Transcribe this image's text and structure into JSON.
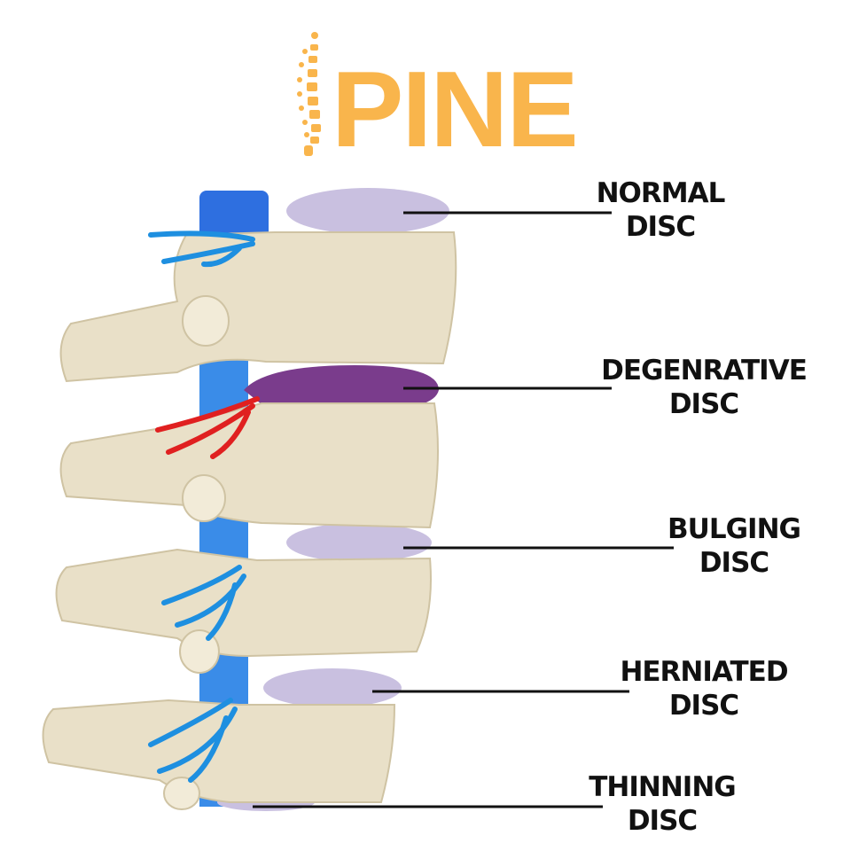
{
  "title": {
    "text": "PINE",
    "color": "#F9B54C",
    "logo": "spine-icon"
  },
  "labels": [
    {
      "line1": "NORMAL",
      "line2": "DISC"
    },
    {
      "line1": "DEGENRATIVE",
      "line2": "DISC"
    },
    {
      "line1": "BULGING",
      "line2": "DISC"
    },
    {
      "line1": "HERNIATED",
      "line2": "DISC"
    },
    {
      "line1": "THINNING",
      "line2": "DISC"
    }
  ],
  "colors": {
    "bone": "#E9E0C8",
    "disc": "#C9C0E0",
    "degenerative_disc": "#7A3C8C",
    "nerve": "#1E8FE0",
    "inflamed_nerve": "#E02020",
    "cord": "#2E6FE0"
  }
}
